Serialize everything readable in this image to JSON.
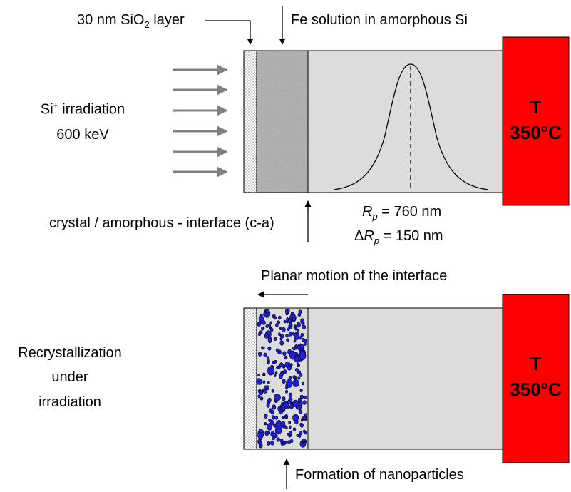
{
  "top": {
    "label_oxide": "30 nm SiO",
    "label_oxide_sub": "2",
    "label_oxide_tail": " layer",
    "label_fe": "Fe solution in amorphous Si",
    "label_irradiation_pre": "Si",
    "label_irradiation_sup": "+",
    "label_irradiation_post": " irradiation",
    "label_energy": "600 keV",
    "label_interface": "crystal / amorphous - interface (c-a)",
    "rp_symbol": "R",
    "rp_sub": "p",
    "rp_value": " = 760 nm",
    "drp_delta": "Δ",
    "drp_symbol": "R",
    "drp_sub": "p",
    "drp_value": " = 150 nm",
    "temp_symbol": "T",
    "temp_value": "350°C"
  },
  "bottom": {
    "label_motion": "Planar motion of the interface",
    "label_recryst_1": "Recrystallization",
    "label_recryst_2": "under",
    "label_recryst_3": "irradiation",
    "label_particles": "Formation of nanoparticles",
    "temp_symbol": "T",
    "temp_value": "350°C"
  },
  "colors": {
    "heater": "#ff0000",
    "substrate": "#dcdcdc",
    "amorphous": "#a8a8a8",
    "nanoparticle": "#1f1fd6",
    "ion_arrow": "#808080"
  }
}
